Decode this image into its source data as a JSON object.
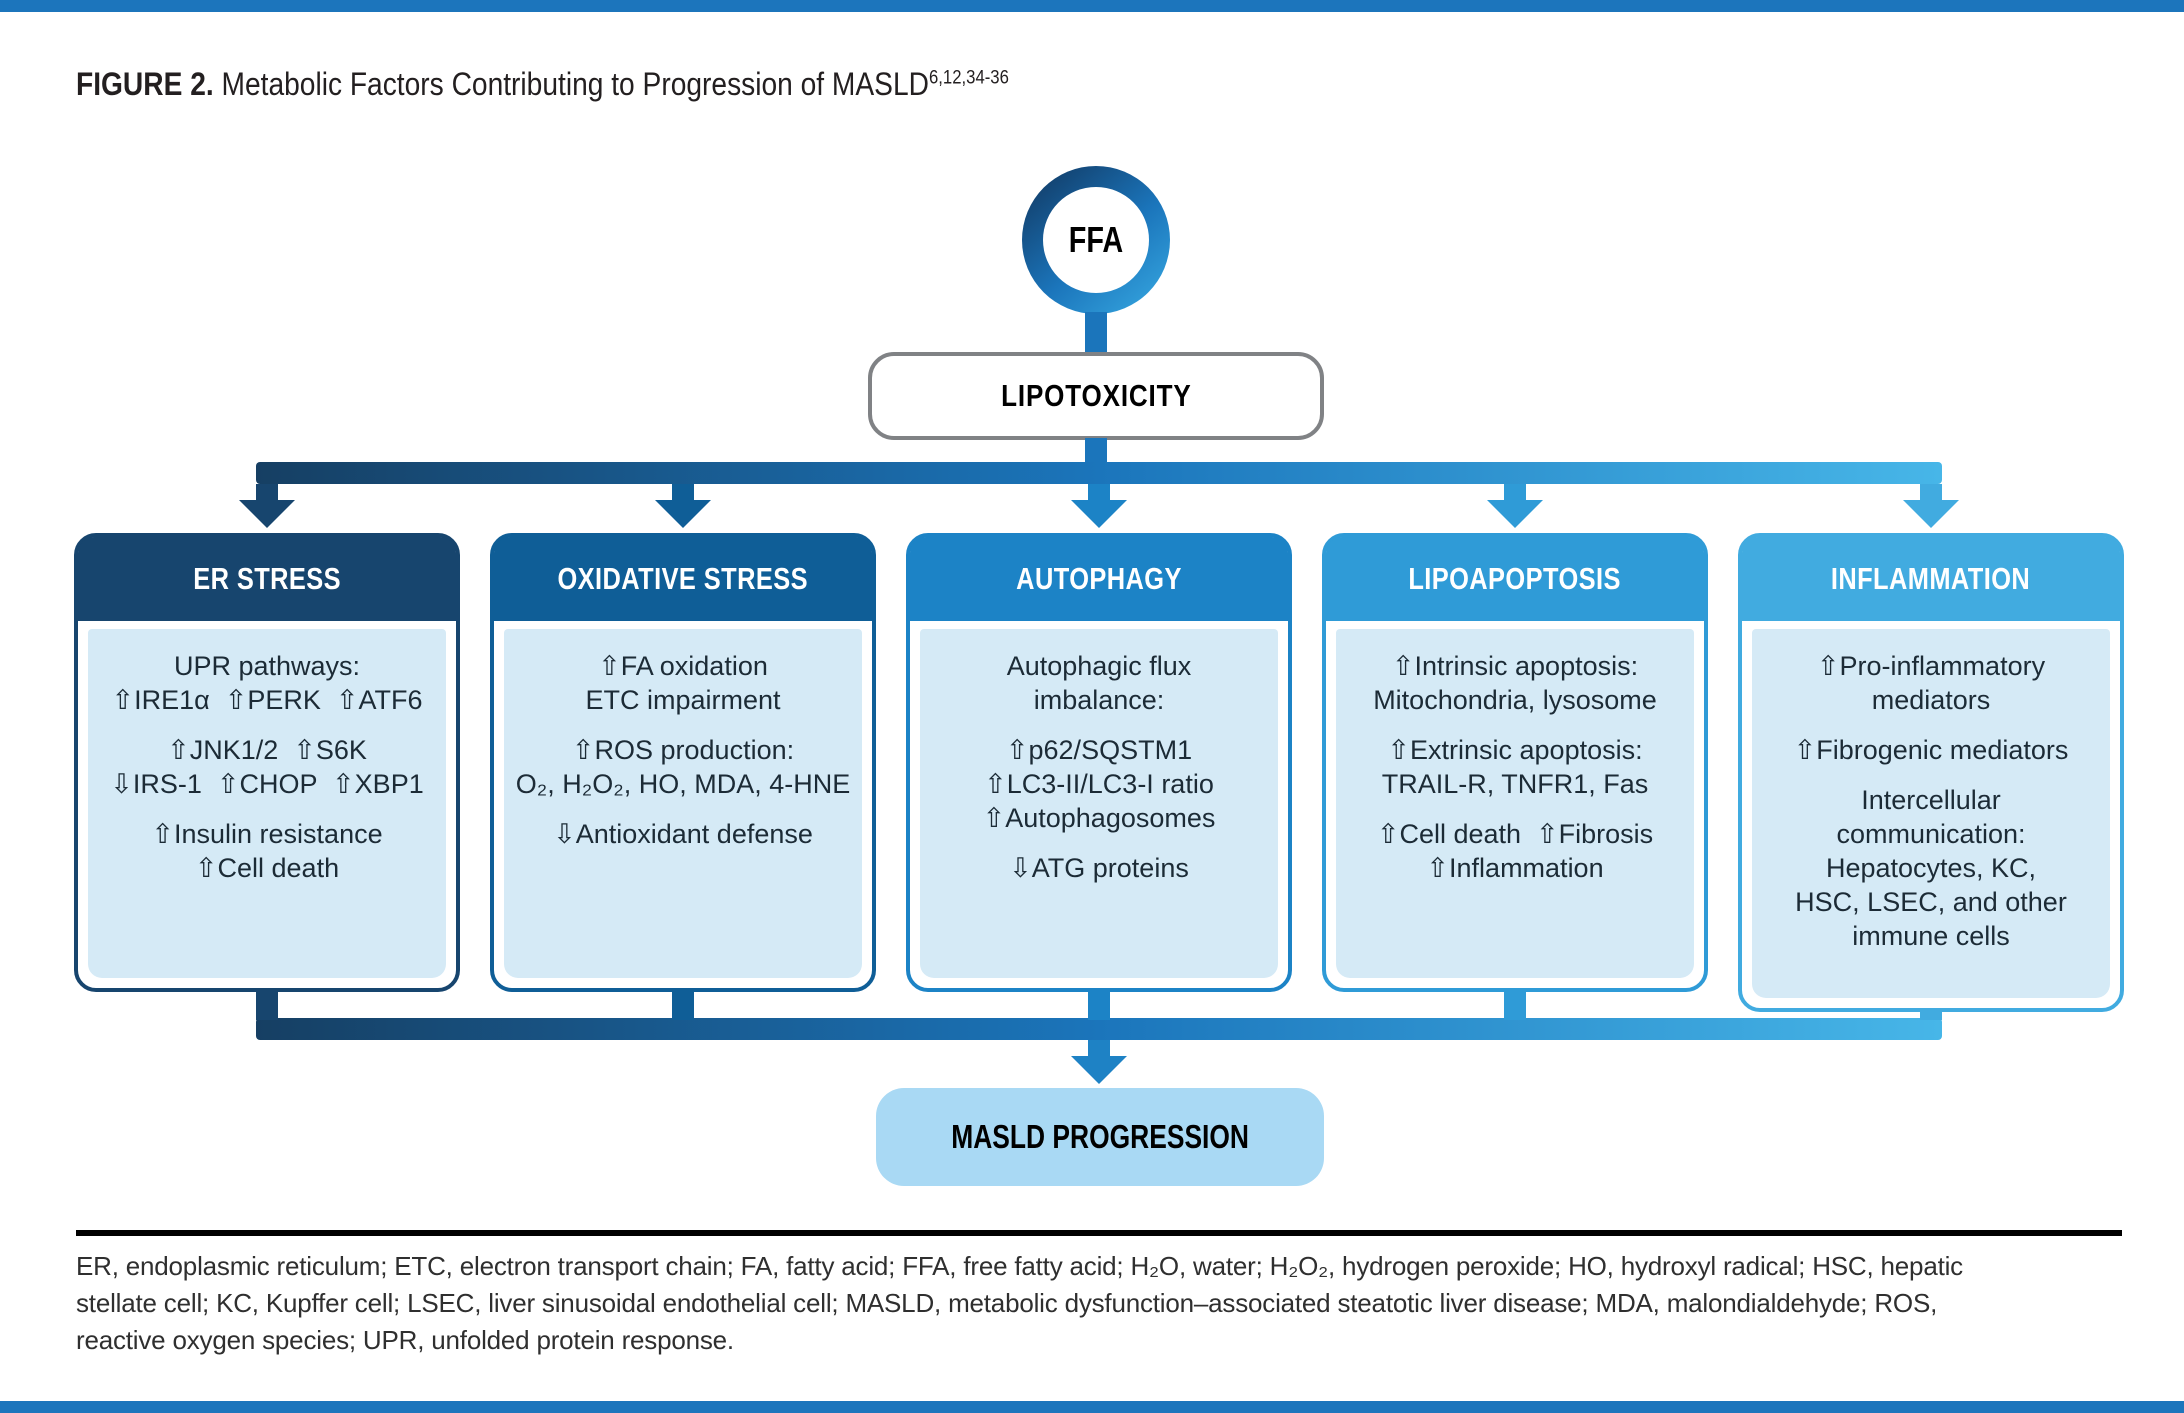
{
  "accent": {
    "bar_color": "#1C75BC"
  },
  "figure_title": {
    "label": "FIGURE 2.",
    "text": " Metabolic Factors Contributing to Progression of MASLD",
    "superscript": "6,12,34-36"
  },
  "flow": {
    "ffa_label": "FFA",
    "lipotoxicity_label": "LIPOTOXICITY",
    "masld_label": "MASLD PROGRESSION",
    "masld_fill": "#A9D9F4",
    "lipotoxicity_border": "#808285"
  },
  "palette": {
    "gradient_start": "#163F63",
    "gradient_mid": "#1B75BB",
    "gradient_end": "#47B6E8",
    "body_fill": "#D5EAF6"
  },
  "boxes": [
    {
      "id": "er-stress",
      "title": "ER STRESS",
      "theme": "#17456E",
      "paragraphs": [
        [
          "UPR pathways:",
          "⇧IRE1α  ⇧PERK  ⇧ATF6"
        ],
        [
          "⇧JNK1/2  ⇧S6K",
          "⇩IRS-1  ⇧CHOP  ⇧XBP1"
        ],
        [
          "⇧Insulin resistance",
          "⇧Cell death"
        ]
      ]
    },
    {
      "id": "oxidative-stress",
      "title": "OXIDATIVE STRESS",
      "theme": "#0F5E97",
      "paragraphs": [
        [
          "⇧FA oxidation",
          "ETC impairment"
        ],
        [
          "⇧ROS production:",
          "O₂, H₂O₂, HO, MDA, 4-HNE"
        ],
        [
          "⇩Antioxidant defense"
        ]
      ]
    },
    {
      "id": "autophagy",
      "title": "AUTOPHAGY",
      "theme": "#1C83C6",
      "paragraphs": [
        [
          "Autophagic flux",
          "imbalance:"
        ],
        [
          "⇧p62/SQSTM1",
          "⇧LC3-II/LC3-I ratio",
          "⇧Autophagosomes"
        ],
        [
          "⇩ATG proteins"
        ]
      ]
    },
    {
      "id": "lipoapoptosis",
      "title": "LIPOAPOPTOSIS",
      "theme": "#2F9BD7",
      "paragraphs": [
        [
          "⇧Intrinsic apoptosis:",
          "Mitochondria, lysosome"
        ],
        [
          "⇧Extrinsic apoptosis:",
          "TRAIL-R, TNFR1, Fas"
        ],
        [
          "⇧Cell death  ⇧Fibrosis",
          "⇧Inflammation"
        ]
      ]
    },
    {
      "id": "inflammation",
      "title": "INFLAMMATION",
      "theme": "#41ABE0",
      "paragraphs": [
        [
          "⇧Pro-inflammatory",
          "mediators"
        ],
        [
          "⇧Fibrogenic mediators"
        ],
        [
          "Intercellular",
          "communication:",
          "Hepatocytes, KC,",
          "HSC, LSEC, and other",
          "immune cells"
        ]
      ]
    }
  ],
  "footnote": {
    "lines": [
      "ER, endoplasmic reticulum; ETC, electron transport chain; FA, fatty acid; FFA, free fatty acid; H₂O, water; H₂O₂, hydrogen peroxide; HO, hydroxyl radical; HSC, hepatic",
      "stellate cell; KC, Kupffer cell; LSEC, liver sinusoidal endothelial cell; MASLD, metabolic dysfunction–associated steatotic liver disease; MDA, malondialdehyde; ROS,",
      "reactive oxygen species; UPR, unfolded protein response."
    ]
  }
}
